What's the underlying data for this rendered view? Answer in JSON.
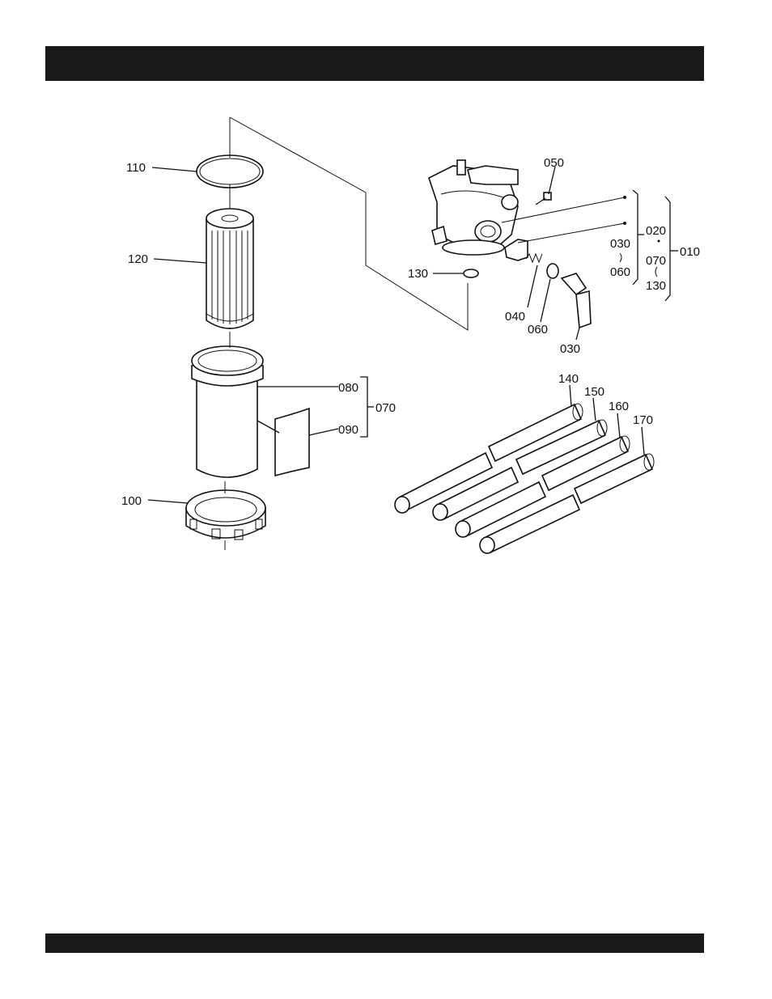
{
  "header": {
    "title": ""
  },
  "footer": {
    "text": ""
  },
  "callouts": {
    "p110": "110",
    "p120": "120",
    "p080": "080",
    "p070_sub": "070",
    "p090": "090",
    "p100": "100",
    "p050": "050",
    "p130_left": "130",
    "p040": "040",
    "p060_valve": "060",
    "p030_valve": "030",
    "p020": "020",
    "p030_bracket": "030",
    "p060_bracket": "060",
    "p070_bracket": "070",
    "p130_bracket": "130",
    "p010": "010",
    "p140": "140",
    "p150": "150",
    "p160": "160",
    "p170": "170"
  }
}
